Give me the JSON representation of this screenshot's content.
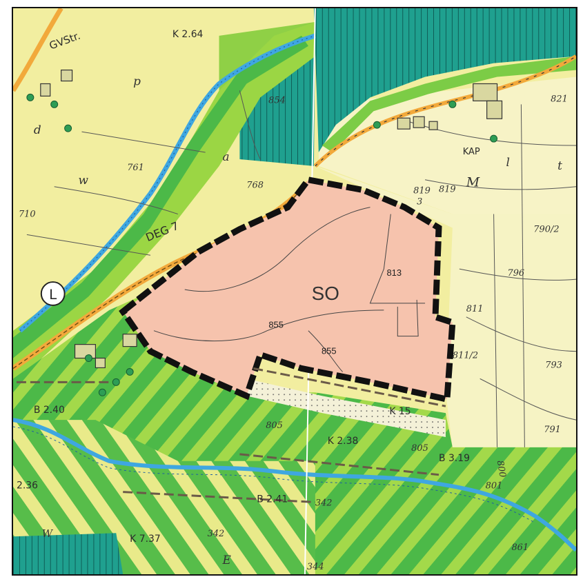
{
  "map": {
    "zone_label": "SO",
    "parcels": [
      "813",
      "855",
      "855"
    ],
    "roads": [
      "GVStr.",
      "K 2.64",
      "DEG 7",
      "K 15",
      "K 2.38",
      "B 3.19",
      "B 2.40",
      "2.36",
      "B 2.41",
      "K 7.37"
    ],
    "symbols": [
      "L"
    ],
    "land_use_letters": [
      "p",
      "d",
      "w",
      "M",
      "t",
      "l",
      "a",
      "E",
      "W"
    ],
    "elevations": [
      "854",
      "768",
      "761",
      "710",
      "819",
      "819",
      "3",
      "790/2",
      "796",
      "811",
      "811/2",
      "793",
      "791",
      "821",
      "805",
      "801",
      "800",
      "861",
      "342",
      "342",
      "344",
      "805"
    ],
    "place_labels": [
      "KAP"
    ],
    "colors": {
      "agri_yellow": "#f2eea0",
      "pale_yellow": "#f6f3c4",
      "green_light": "#9bd644",
      "green_mid": "#4cb948",
      "forest_teal": "#1a9a8e",
      "river_blue": "#3fa7e0",
      "road_orange": "#f2a93b",
      "special_area_fill": "#f6c3ad",
      "boundary_black": "#111111"
    }
  }
}
